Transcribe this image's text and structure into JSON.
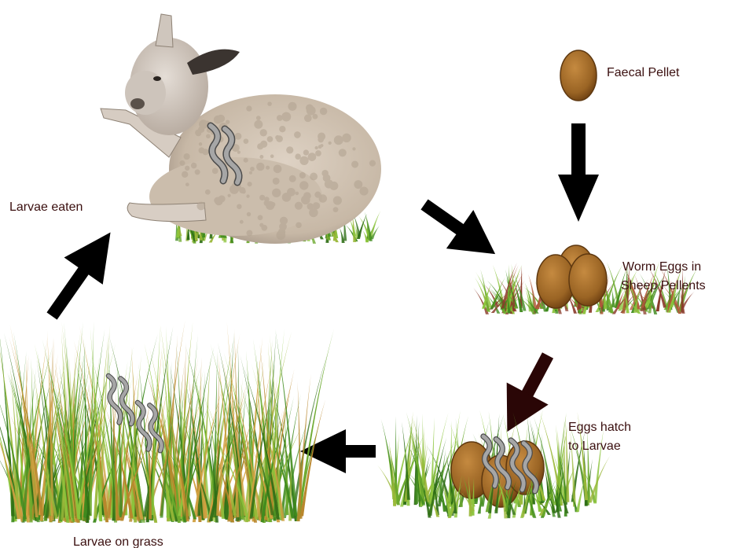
{
  "labels": {
    "faecal_pellet": "Faecal Pellet",
    "worm_eggs_line1": "Worm Eggs in",
    "worm_eggs_line2": "Sheep Pellents",
    "eggs_hatch_line1": "Eggs hatch",
    "eggs_hatch_line2": "to Larvae",
    "larvae_on_grass": "Larvae on grass",
    "larvae_eaten": "Larvae eaten"
  },
  "colors": {
    "label_text": "#3a0f0f",
    "arrow": "#000000",
    "arrow_hatch": "#2a0606",
    "pellet": "#9a6424",
    "pellet_dark": "#6b3e10",
    "grass_green": "#3f8a1e",
    "grass_light": "#8cc43c",
    "grass_red": "#8a3a2a",
    "sheep_wool": "#cdbfb0",
    "worm": "#a6a6a6"
  },
  "icons": [
    "sheep-image",
    "pellet-icon",
    "egg-cluster-icon",
    "grass-icon",
    "larva-worm-icon",
    "arrow-icon"
  ]
}
